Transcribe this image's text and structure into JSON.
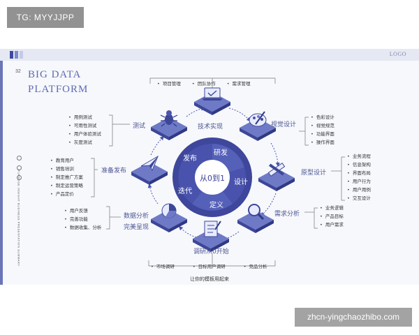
{
  "watermarks": {
    "tag": "TG: MYYJJPP",
    "site": "zhcn-yingchaozhibo.com"
  },
  "slide": {
    "logo": "LOGO",
    "number": "32",
    "title_line1": "BIG DATA",
    "title_line2": "PLATFORM",
    "side_text": "PURPOSE  INSIGHT  BUSINESS  PRESENTATION  SUMMARY",
    "footer": "让你的模板用起来"
  },
  "ring": {
    "center": "从0到1",
    "segments": [
      "研发",
      "设计",
      "定义",
      "迭代",
      "发布"
    ]
  },
  "stages": {
    "tech": {
      "label": "技术实现",
      "items": [
        "项目管理",
        "团队协作",
        "需求管理"
      ]
    },
    "visual": {
      "label": "视觉设计",
      "items": [
        "色彩设计",
        "视觉规范",
        "功能界面",
        "操作界面"
      ]
    },
    "proto": {
      "label": "原型设计",
      "items": [
        "业务流程",
        "信息架构",
        "界面布局",
        "用户行为",
        "用户用例",
        "交互设计"
      ]
    },
    "needs": {
      "label": "需求分析",
      "items": [
        "业务逻辑",
        "产品目标",
        "用户需求"
      ]
    },
    "research": {
      "label": "调研从0开始",
      "items": [
        "市场调研",
        "目标用户调研",
        "竞品分析"
      ]
    },
    "data": {
      "label": "数据分析",
      "label2": "完美呈现",
      "items": [
        "用户反馈",
        "完善功能",
        "数据收集、分析"
      ]
    },
    "release": {
      "label": "准备发布",
      "items": [
        "教育用户",
        "销售培训",
        "制定推广方案",
        "制定运营策略",
        "产品定价"
      ]
    },
    "test": {
      "label": "测试",
      "items": [
        "用例测试",
        "可用性测试",
        "用户体验测试",
        "灰度测试"
      ]
    }
  },
  "icons": [
    "laptop-icon",
    "palette-icon",
    "ruler-pencil-icon",
    "magnifier-icon",
    "document-icon",
    "pie-chart-icon",
    "paper-plane-icon",
    "bug-icon"
  ],
  "colors": {
    "primary": "#4b55ad",
    "light": "#7f89d0",
    "text": "#4c5590"
  }
}
